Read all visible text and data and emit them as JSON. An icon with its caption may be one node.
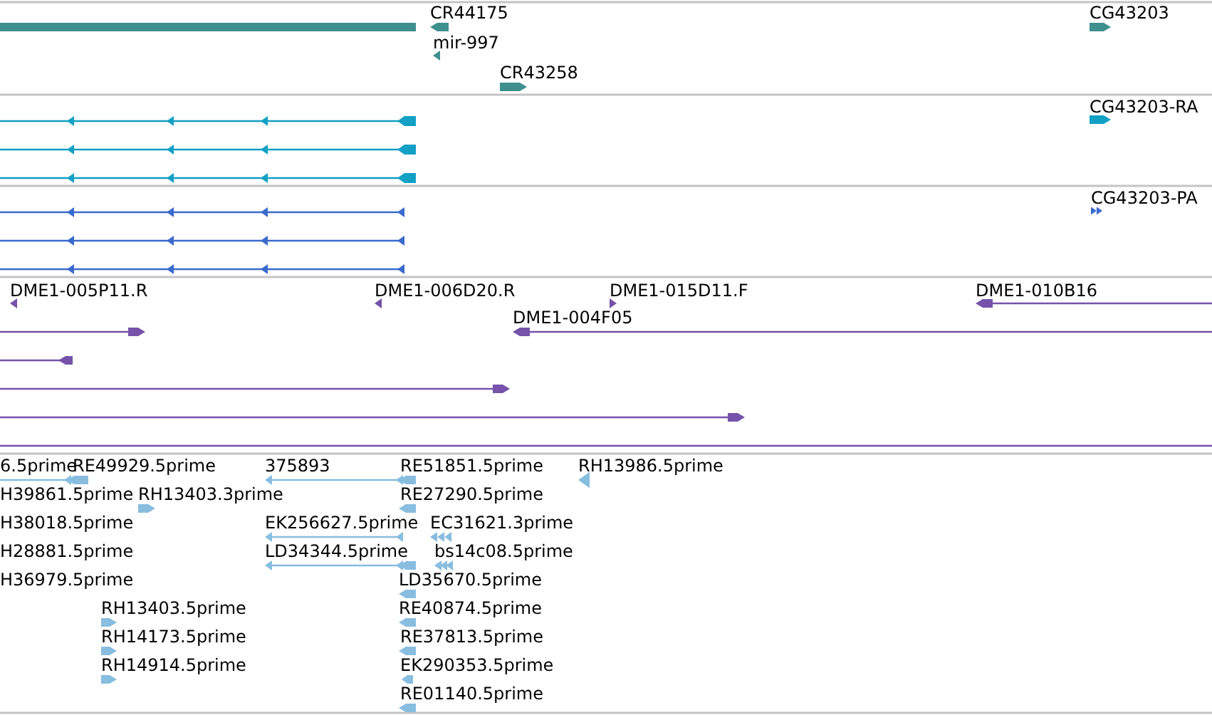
{
  "diagram": {
    "labels": [
      "CR44175",
      "CG43203",
      "mir-997",
      "CR43258",
      "CG43203-RA",
      "CG43203-PA",
      "DME1-005P11.R",
      "DME1-006D20.R",
      "DME1-015D11.F",
      "DME1-010B16",
      "DME1-004F05",
      "6.5prime",
      "RE49929.5prime",
      "375893",
      "RE51851.5prime",
      "RH13986.5prime",
      "H39861.5prime",
      "RH13403.3prime",
      "RE27290.5prime",
      "H38018.5prime",
      "EK256627.5prime",
      "EC31621.3prime",
      "H28881.5prime",
      "LD34344.5prime",
      "bs14c08.5prime",
      "H36979.5prime",
      "LD35670.5prime",
      "RH13403.5prime",
      "RE40874.5prime",
      "RH14173.5prime",
      "RE37813.5prime",
      "RH14914.5prime",
      "EK290353.5prime",
      "RE01140.5prime"
    ]
  }
}
